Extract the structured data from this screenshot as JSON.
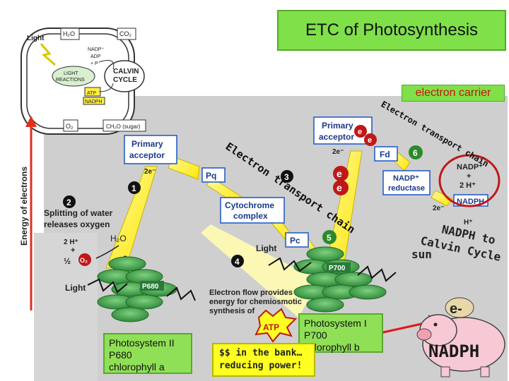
{
  "title": "ETC of Photosynthesis",
  "electron_carrier": "electron carrier",
  "inset": {
    "light": "Light",
    "h2o": "H₂O",
    "co2": "CO₂",
    "nadp_plus": "NADP⁺",
    "adp": "ADP",
    "pi": "+ P",
    "light_reactions_1": "LIGHT",
    "light_reactions_2": "REACTIONS",
    "calvin_1": "CALVIN",
    "calvin_2": "CYCLE",
    "atp": "ATP",
    "nadph": "NADPH",
    "o2": "O₂",
    "sugar": "CH₂O (sugar)"
  },
  "axis": {
    "energy_label": "Energy of electrons"
  },
  "labels": {
    "primary_acceptor_1": "Primary",
    "primary_acceptor_2": "acceptor",
    "primary_acceptor_b1": "Primary",
    "primary_acceptor_b2": "acceptor",
    "two_e_1": "2e⁻",
    "two_e_2": "2e⁻",
    "two_e_3": "2e⁻",
    "pq": "Pq",
    "cyto_1": "Cytochrome",
    "cyto_2": "complex",
    "pc": "Pc",
    "fd": "Fd",
    "nadp_red_1": "NADP⁺",
    "nadp_red_2": "reductase",
    "nadp_right_1": "NADP⁺",
    "nadp_right_2": "+",
    "nadp_right_3": "2 H⁺",
    "nadph_box": "NADPH",
    "h_plus": "H⁺",
    "splitting_1": "Splitting of water",
    "splitting_2": "releases oxygen",
    "h2o": "H₂O",
    "two_h": "2 H⁺",
    "plus": "+",
    "half": "½",
    "o2": "O₂",
    "two_e_water": "2 e",
    "light1": "Light",
    "light2": "Light",
    "p680": "P680",
    "p700": "P700",
    "electron_flow_1": "Electron flow provides",
    "electron_flow_2": "energy for chemiosmotic",
    "electron_flow_3": "synthesis of",
    "atp": "ATP",
    "num1": "1",
    "num2": "2",
    "num3": "3",
    "num4": "4",
    "num5": "5",
    "num6": "6",
    "e_letter": "e",
    "etc_text": "Electron transport chain",
    "etc_upper": "Electron transport chain",
    "nadph_overlay": "NADPH to",
    "calvin_overlay": "Calvin Cycle",
    "sun": "sun"
  },
  "notes": {
    "ps2_1": "Photosystem II",
    "ps2_2": "P680",
    "ps2_3": "chlorophyll a",
    "ps1_1": "Photosystem I",
    "ps1_2": "P700",
    "ps1_3": "chlorophyll b",
    "bank_1": "$$ in the bank…",
    "bank_2": "reducing power!"
  },
  "piggy": {
    "e_label": "e-",
    "nadph": "NADPH"
  },
  "colors": {
    "title_bg": "#7fe04a",
    "panel_grey": "#c9c9c9",
    "red_circle": "#c01818",
    "green_circle": "#2a8a2a",
    "yellow_ray": "#fff35a",
    "box_blue": "#1a55c8"
  }
}
